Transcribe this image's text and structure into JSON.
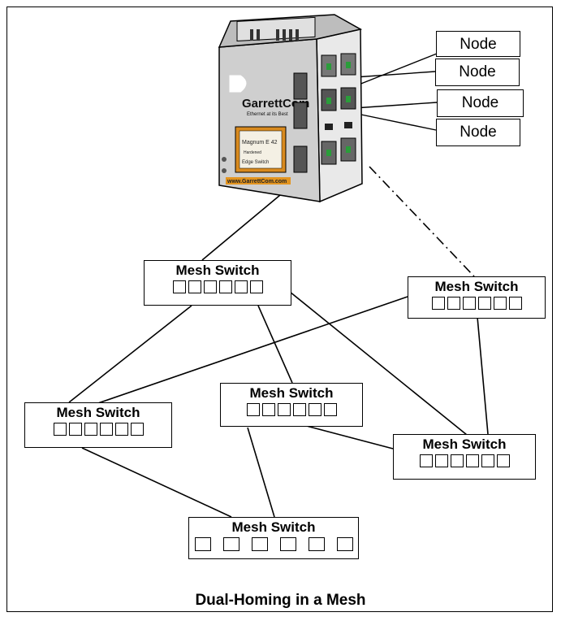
{
  "caption": "Dual-Homing in a Mesh",
  "mesh_switch_label": "Mesh Switch",
  "node_label": "Node",
  "device": {
    "brand": "GarrettCom",
    "tagline": "Ethernet at its Best",
    "display_text": "Magnum E 42",
    "display_sub": "Hardened",
    "display_sub2": "Edge Switch",
    "url": "www.GarrettCom.com"
  },
  "colors": {
    "device_body": "#d4d4d4",
    "device_dark": "#3a3a3a",
    "display_frame": "#d98a1e",
    "display_bg": "#f4f0e4",
    "accent_orange": "#e3941f"
  }
}
